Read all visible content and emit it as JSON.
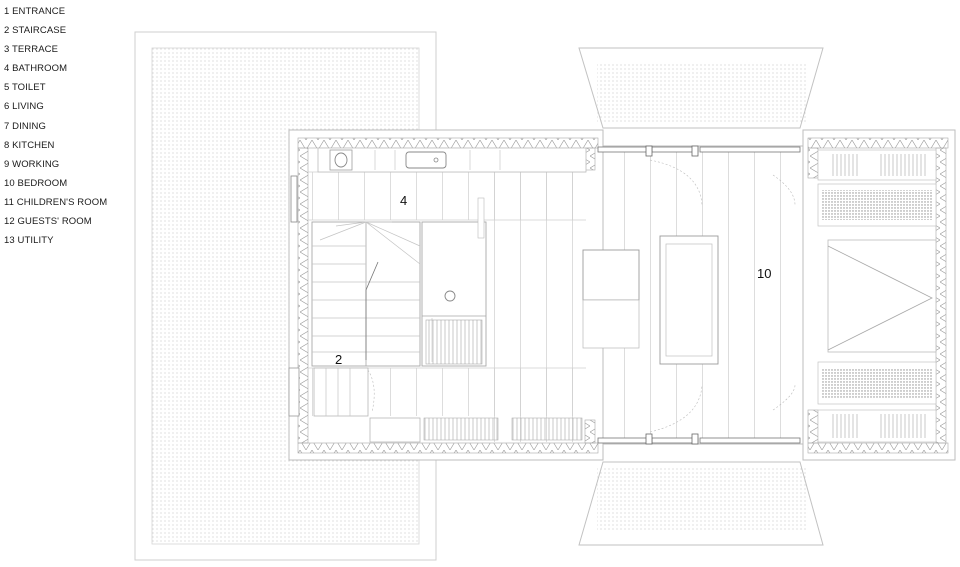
{
  "legend": [
    "1 ENTRANCE",
    "2 STAIRCASE",
    "3 TERRACE",
    "4 BATHROOM",
    "5 TOILET",
    "6 LIVING",
    "7 DINING",
    "8 KITCHEN",
    "9 WORKING",
    "10 BEDROOM",
    "11 CHILDREN'S ROOM",
    "12 GUESTS' ROOM",
    "13 UTILITY"
  ],
  "plan_labels": {
    "bathroom": "4",
    "staircase": "2",
    "bedroom": "10"
  },
  "colors": {
    "line": "#c9c9c9",
    "line_dark": "#9a9a9a",
    "text": "#111111"
  }
}
